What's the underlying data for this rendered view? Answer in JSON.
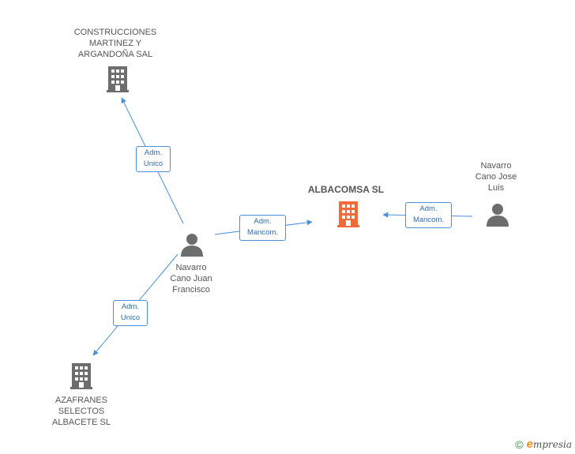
{
  "colors": {
    "edge": "#4a90d9",
    "building": "#6d6d6d",
    "main_building": "#f26a3a",
    "person": "#6d6d6d"
  },
  "nodes": {
    "construcciones": {
      "label": "CONSTRUCCIONES\nMARTINEZ Y\nARGANDOÑA SAL",
      "icon": "building-icon"
    },
    "albacomsa": {
      "label": "ALBACOMSA SL",
      "icon": "building-icon"
    },
    "navarro_jose": {
      "label": "Navarro\nCano Jose\nLuis",
      "icon": "person-icon"
    },
    "navarro_juan": {
      "label": "Navarro\nCano Juan\nFrancisco",
      "icon": "person-icon"
    },
    "azafranes": {
      "label": "AZAFRANES\nSELECTOS\nALBACETE SL",
      "icon": "building-icon"
    }
  },
  "edges": {
    "juan_to_construcciones": "Adm.\nUnico",
    "juan_to_albacomsa": "Adm.\nMancom.",
    "jose_to_albacomsa": "Adm.\nMancom.",
    "juan_to_azafranes": "Adm.\nUnico"
  },
  "footer": {
    "copyright": "©",
    "brand_first": "e",
    "brand_rest": "mpresia"
  }
}
